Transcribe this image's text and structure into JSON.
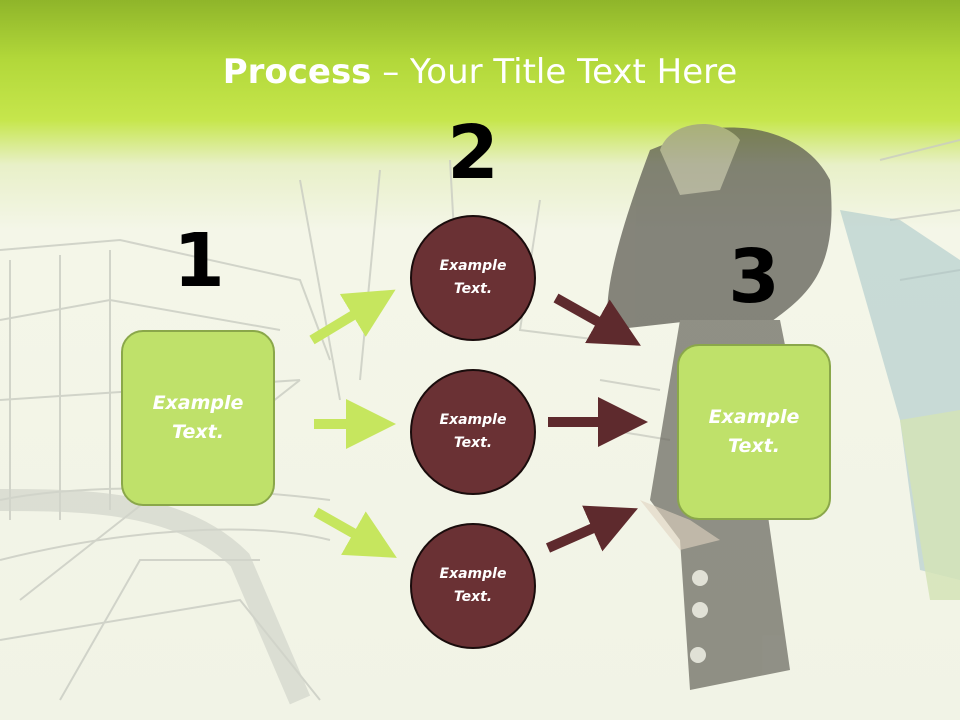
{
  "title": {
    "bold": "Process",
    "rest": " – Your Title Text Here"
  },
  "steps": [
    {
      "number": "1",
      "text": "Example\nText."
    },
    {
      "number": "2",
      "items": [
        "Example\nText.",
        "Example\nText.",
        "Example\nText."
      ]
    },
    {
      "number": "3",
      "text": "Example\nText."
    }
  ],
  "colors": {
    "header_green": "#b2d83a",
    "box_fill": "#bfe16a",
    "circle_fill": "#6a3134",
    "arrow_green": "#c6e65e",
    "arrow_maroon": "#5e2a2d"
  }
}
